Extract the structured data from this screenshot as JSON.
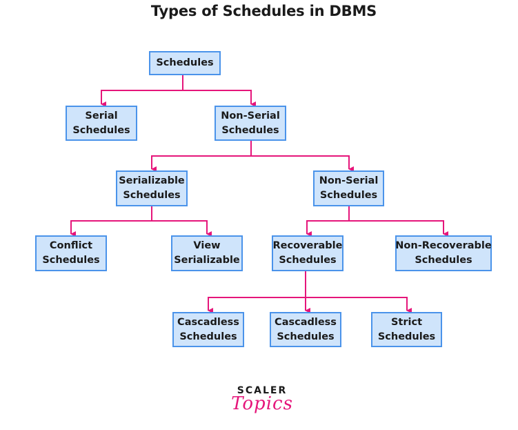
{
  "title": "Types of Schedules in DBMS",
  "colors": {
    "node_fill": "#cfe4fb",
    "node_border": "#4a93ea",
    "connector": "#e5157a",
    "logo_accent": "#e5157a"
  },
  "nodes": {
    "root": [
      "Schedules"
    ],
    "serial": [
      "Serial",
      "Schedules"
    ],
    "non_serial_top": [
      "Non-Serial",
      "Schedules"
    ],
    "serializable": [
      "Serializable",
      "Schedules"
    ],
    "non_serial_mid": [
      "Non-Serial",
      "Schedules"
    ],
    "conflict": [
      "Conflict",
      "Schedules"
    ],
    "view": [
      "View",
      "Serializable"
    ],
    "recoverable": [
      "Recoverable",
      "Schedules"
    ],
    "non_recoverable": [
      "Non-Recoverable",
      "Schedules"
    ],
    "cascadless_1": [
      "Cascadless",
      "Schedules"
    ],
    "cascadless_2": [
      "Cascadless",
      "Schedules"
    ],
    "strict": [
      "Strict",
      "Schedules"
    ]
  },
  "logo": {
    "top": "SCALER",
    "bottom": "Topics"
  }
}
